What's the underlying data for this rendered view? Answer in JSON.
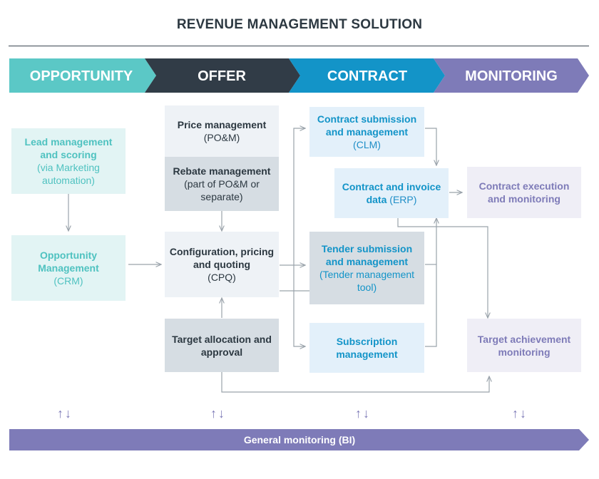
{
  "title": "REVENUE MANAGEMENT SOLUTION",
  "stages": [
    "OPPORTUNITY",
    "OFFER",
    "CONTRACT",
    "MONITORING"
  ],
  "colors": {
    "opportunity": "#5bc8c6",
    "offer": "#313c47",
    "contract": "#1394c8",
    "monitoring": "#7e7bb8",
    "connector": "#9aa3ab"
  },
  "boxes": {
    "lead": {
      "bold": "Lead management and scoring",
      "normal": "(via Marketing automation)"
    },
    "opportunity_mgmt": {
      "bold": "Opportunity Management",
      "normal": "(CRM)"
    },
    "price": {
      "bold": "Price management",
      "normal": "(PO&M)"
    },
    "rebate": {
      "bold": "Rebate management",
      "normal": "(part of PO&M or separate)"
    },
    "cpq": {
      "bold": "Configuration, pricing and quoting",
      "normal": "(CPQ)"
    },
    "target_alloc": {
      "bold": "Target allocation and approval",
      "normal": ""
    },
    "contract_sub": {
      "bold": "Contract submission and management",
      "normal": "(CLM)"
    },
    "contract_data": {
      "bold": "Contract and invoice data",
      "normal": "(ERP)"
    },
    "tender": {
      "bold": "Tender submission and management",
      "normal": "(Tender management tool)"
    },
    "subscription": {
      "bold": "Subscription management",
      "normal": ""
    },
    "execution": {
      "bold": "Contract execution and monitoring",
      "normal": ""
    },
    "achievement": {
      "bold": "Target achievement monitoring",
      "normal": ""
    }
  },
  "updown_arrows": "↑↓",
  "bottom_bar": "General monitoring (BI)"
}
